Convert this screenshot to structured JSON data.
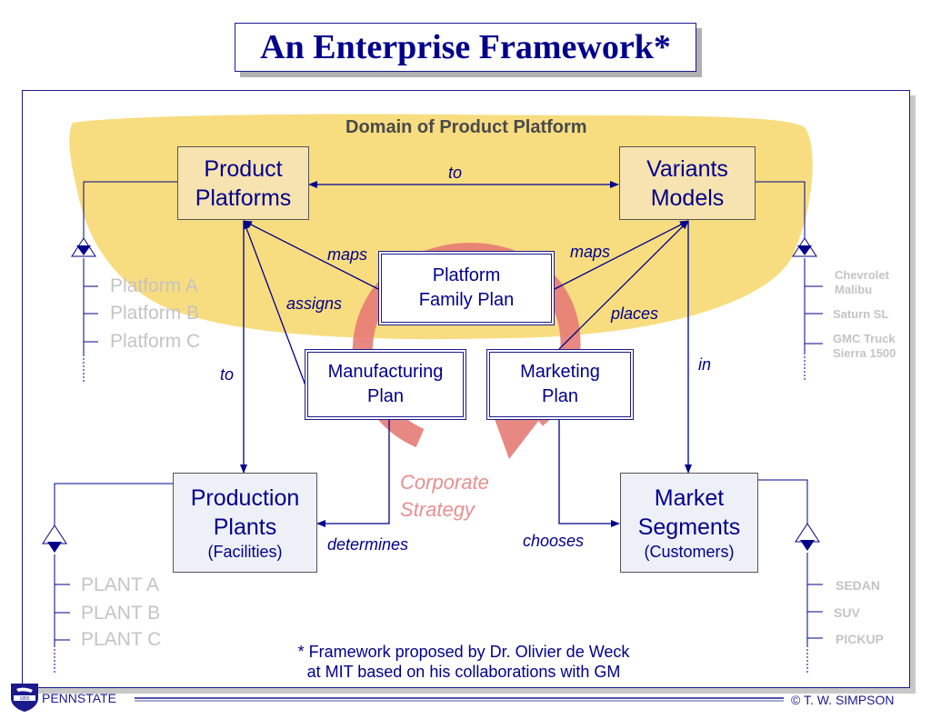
{
  "title": "An Enterprise Framework*",
  "domain_label": "Domain of Product Platform",
  "nodes": {
    "product_platforms": {
      "line1": "Product",
      "line2": "Platforms"
    },
    "variants_models": {
      "line1": "Variants",
      "line2": "Models"
    },
    "production_plants": {
      "line1": "Production",
      "line2": "Plants",
      "line3": "(Facilities)"
    },
    "market_segments": {
      "line1": "Market",
      "line2": "Segments",
      "line3": "(Customers)"
    },
    "platform_family_plan": {
      "line1": "Platform",
      "line2": "Family Plan"
    },
    "manufacturing_plan": {
      "line1": "Manufacturing",
      "line2": "Plan"
    },
    "marketing_plan": {
      "line1": "Marketing",
      "line2": "Plan"
    }
  },
  "edge_labels": {
    "to_top": "to",
    "maps_left": "maps",
    "maps_right": "maps",
    "assigns": "assigns",
    "places": "places",
    "to_left": "to",
    "in": "in",
    "determines": "determines",
    "chooses": "chooses"
  },
  "corporate_strategy": {
    "line1": "Corporate",
    "line2": "Strategy"
  },
  "platform_items": [
    "Platform A",
    "Platform B",
    "Platform C"
  ],
  "variant_items": [
    "Chevrolet Malibu",
    "Saturn SL",
    "GMC Truck Sierra 1500"
  ],
  "plant_items": [
    "PLANT A",
    "PLANT B",
    "PLANT C"
  ],
  "segment_items": [
    "SEDAN",
    "SUV",
    "PICKUP"
  ],
  "footnote": {
    "line1": "* Framework proposed by Dr. Olivier de Weck",
    "line2": "at MIT based on his collaborations with GM"
  },
  "footer": {
    "logo_text": "PENNSTATE",
    "logo_year": "1855",
    "copyright": "© T. W. SIMPSON"
  },
  "colors": {
    "navy": "#00008b",
    "yellow": "#f7d76a",
    "tan": "#f6e3b0",
    "salmon": "#e57b74",
    "grey_text": "#c4c4c4"
  }
}
